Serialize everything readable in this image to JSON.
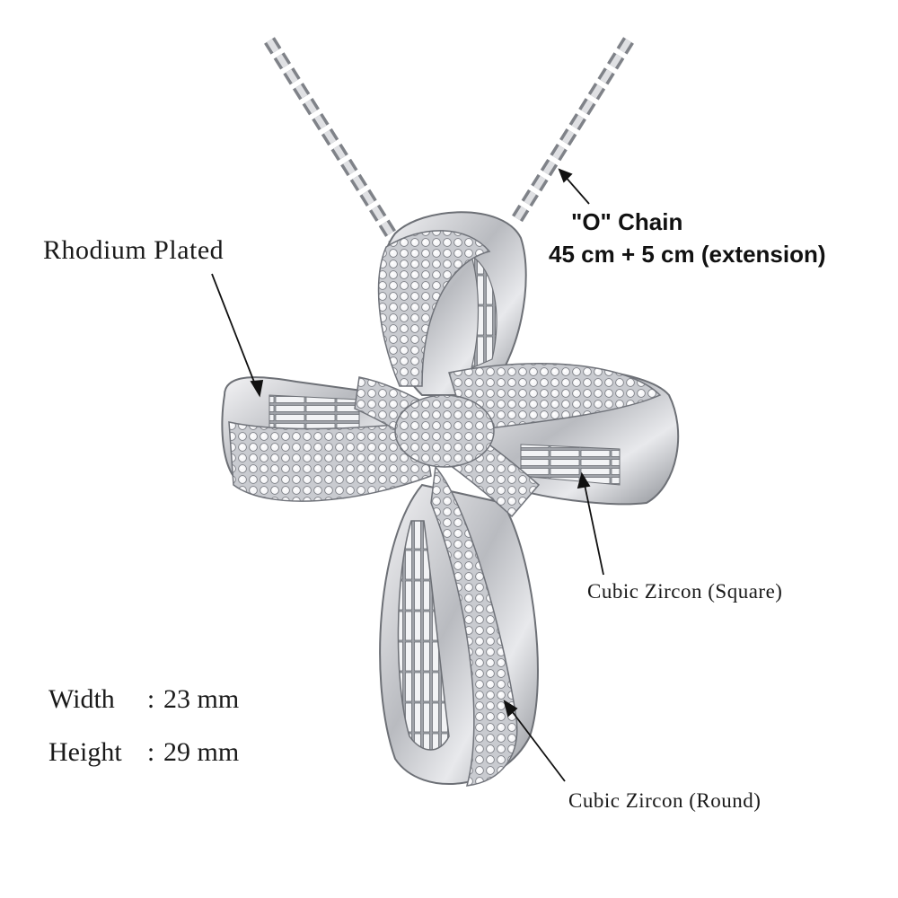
{
  "labels": {
    "rhodium": "Rhodium Plated",
    "chain_title": "\"O\" Chain",
    "chain_length": "45 cm + 5 cm (extension)",
    "zircon_square": "Cubic Zircon (Square)",
    "zircon_round": "Cubic Zircon (Round)"
  },
  "dimensions": {
    "width_label": "Width",
    "width_value": "23 mm",
    "height_label": "Height",
    "height_value": "29 mm",
    "separator": ":"
  }
}
